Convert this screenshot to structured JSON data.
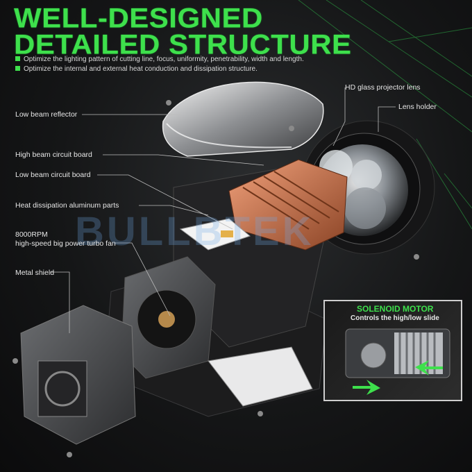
{
  "header": {
    "title_line1": "WELL-DESIGNED",
    "title_line2": "DETAILED STRUCTURE",
    "bullets": [
      "Optimize the lighting pattern of cutting line, focus, uniformity, penetrability, width and length.",
      "Optimize the internal and external heat conduction and dissipation structure."
    ]
  },
  "callouts": {
    "low_beam_reflector": "Low beam reflector",
    "high_beam_board": "High beam circuit board",
    "low_beam_board": "Low  beam circuit board",
    "heat_parts": "Heat dissipation aluminum parts",
    "fan_line1": "8000RPM",
    "fan_line2": "high-speed big power turbo fan",
    "metal_shield": "Metal shield",
    "lens": "HD glass projector lens",
    "lens_holder": "Lens holder"
  },
  "inset": {
    "title": "SOLENOID MOTOR",
    "subtitle": "Controls the high/low slide"
  },
  "watermark": "BULLBTEK",
  "colors": {
    "accent": "#3ee04c",
    "background": "#151617",
    "copper": "#c8724a"
  }
}
